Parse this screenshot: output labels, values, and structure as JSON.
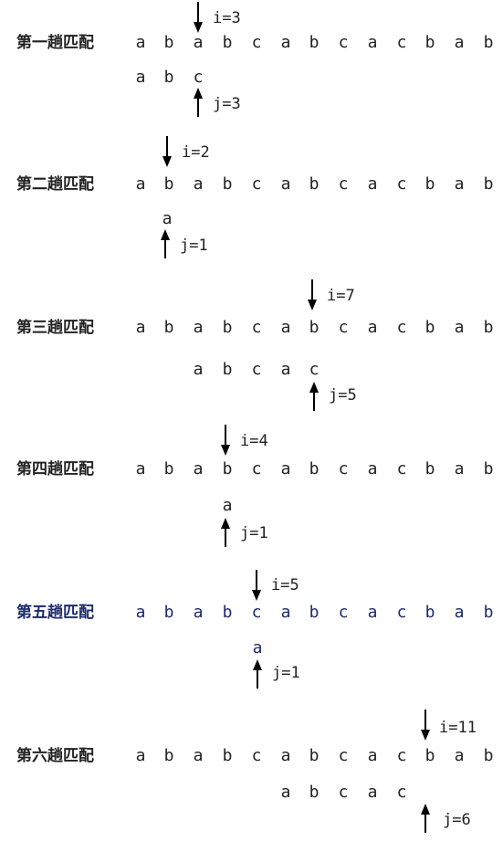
{
  "passes": [
    {
      "label": "第一趟匹配",
      "text": [
        "a",
        "b",
        "a",
        "b",
        "c",
        "a",
        "b",
        "c",
        "a",
        "c",
        "b",
        "a",
        "b"
      ],
      "pattern": [
        "a",
        "b",
        "c"
      ],
      "i_label": "i=3",
      "j_label": "j=3",
      "color": "#222222"
    },
    {
      "label": "第二趟匹配",
      "text": [
        "a",
        "b",
        "a",
        "b",
        "c",
        "a",
        "b",
        "c",
        "a",
        "c",
        "b",
        "a",
        "b"
      ],
      "pattern": [
        "a"
      ],
      "i_label": "i=2",
      "j_label": "j=1",
      "color": "#222222"
    },
    {
      "label": "第三趟匹配",
      "text": [
        "a",
        "b",
        "a",
        "b",
        "c",
        "a",
        "b",
        "c",
        "a",
        "c",
        "b",
        "a",
        "b"
      ],
      "pattern": [
        "a",
        "b",
        "c",
        "a",
        "c"
      ],
      "i_label": "i=7",
      "j_label": "j=5",
      "color": "#222222"
    },
    {
      "label": "第四趟匹配",
      "text": [
        "a",
        "b",
        "a",
        "b",
        "c",
        "a",
        "b",
        "c",
        "a",
        "c",
        "b",
        "a",
        "b"
      ],
      "pattern": [
        "a"
      ],
      "i_label": "i=4",
      "j_label": "j=1",
      "color": "#222222"
    },
    {
      "label": "第五趟匹配",
      "text": [
        "a",
        "b",
        "a",
        "b",
        "c",
        "a",
        "b",
        "c",
        "a",
        "c",
        "b",
        "a",
        "b"
      ],
      "pattern": [
        "a"
      ],
      "i_label": "i=5",
      "j_label": "j=1",
      "color": "#1c2a6e"
    },
    {
      "label": "第六趟匹配",
      "text": [
        "a",
        "b",
        "a",
        "b",
        "c",
        "a",
        "b",
        "c",
        "a",
        "c",
        "b",
        "a",
        "b"
      ],
      "pattern": [
        "a",
        "b",
        "c",
        "a",
        "c"
      ],
      "i_label": "i=11",
      "j_label": "j=6",
      "color": "#222222"
    }
  ]
}
